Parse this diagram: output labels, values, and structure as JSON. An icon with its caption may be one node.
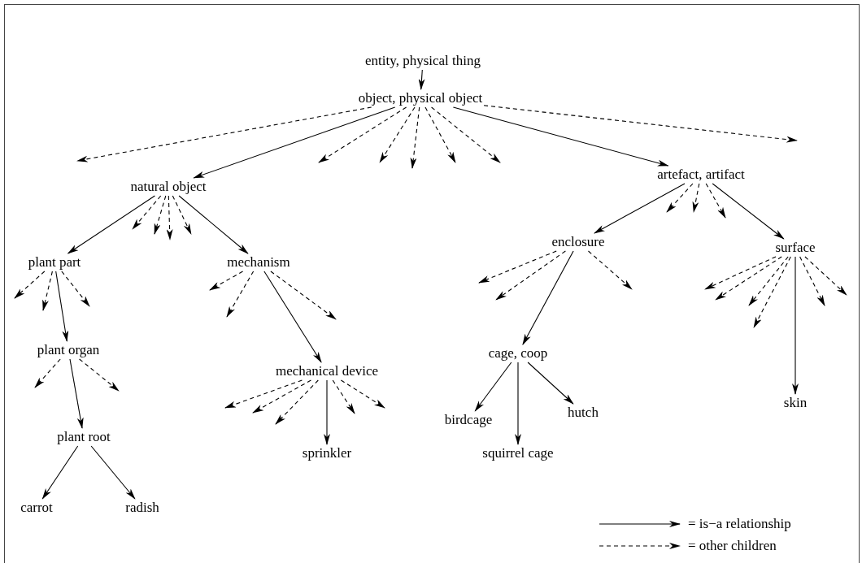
{
  "diagram": {
    "nodes": [
      {
        "text": [
          "entity, physical thing"
        ]
      },
      {
        "text": [
          "object, physical object"
        ]
      },
      {
        "text": [
          "natural object"
        ]
      },
      {
        "text": [
          "artefact, artifact"
        ]
      },
      {
        "text": [
          "plant part"
        ]
      },
      {
        "text": [
          "mechanism"
        ]
      },
      {
        "text": [
          "enclosure"
        ]
      },
      {
        "text": [
          "surface"
        ]
      },
      {
        "text": [
          "plant organ"
        ]
      },
      {
        "text": [
          "mechanical device"
        ]
      },
      {
        "text": [
          "cage, coop"
        ]
      },
      {
        "text": [
          "plant root"
        ]
      },
      {
        "text": [
          "sprinkler"
        ]
      },
      {
        "text": [
          "birdcage"
        ]
      },
      {
        "text": [
          "squirrel cage"
        ]
      },
      {
        "text": [
          "hutch"
        ]
      },
      {
        "text": [
          "skin"
        ]
      },
      {
        "text": [
          "carrot"
        ]
      },
      {
        "text": [
          "radish"
        ]
      }
    ],
    "edges": [
      {
        "from": 0,
        "to": 1,
        "arrow": "to"
      },
      {
        "from": 1,
        "to": 2,
        "arrow": "to"
      },
      {
        "from": 1,
        "to": 3,
        "arrow": "to"
      },
      {
        "from": 2,
        "to": 4,
        "arrow": "to"
      },
      {
        "from": 2,
        "to": 5,
        "arrow": "to"
      },
      {
        "from": 3,
        "to": 6,
        "arrow": "to"
      },
      {
        "from": 3,
        "to": 7,
        "arrow": "to"
      },
      {
        "from": 4,
        "to": 8,
        "arrow": "to"
      },
      {
        "from": 5,
        "to": 9,
        "arrow": "to"
      },
      {
        "from": 6,
        "to": 10,
        "arrow": "to"
      },
      {
        "from": 7,
        "to": 16,
        "arrow": "to"
      },
      {
        "from": 8,
        "to": 11,
        "arrow": "to"
      },
      {
        "from": 9,
        "to": 12,
        "arrow": "to"
      },
      {
        "from": 10,
        "to": 13,
        "arrow": "to"
      },
      {
        "from": 10,
        "to": 14,
        "arrow": "to"
      },
      {
        "from": 10,
        "to": 15,
        "arrow": "to"
      },
      {
        "from": 11,
        "to": 17,
        "arrow": "to"
      },
      {
        "from": 11,
        "to": 18,
        "arrow": "to"
      },
      {
        "from": 1,
        "to": null,
        "arrow": "to",
        "style": "dashed"
      },
      {
        "from": 1,
        "to": null,
        "arrow": "to",
        "style": "dashed"
      },
      {
        "from": 1,
        "to": null,
        "arrow": "to",
        "style": "dashed"
      },
      {
        "from": 1,
        "to": null,
        "arrow": "to",
        "style": "dashed"
      },
      {
        "from": 1,
        "to": null,
        "arrow": "to",
        "style": "dashed"
      },
      {
        "from": 1,
        "to": null,
        "arrow": "to",
        "style": "dashed"
      },
      {
        "from": 1,
        "to": null,
        "arrow": "to",
        "style": "dashed"
      },
      {
        "from": 2,
        "to": null,
        "arrow": "to",
        "style": "dashed"
      },
      {
        "from": 2,
        "to": null,
        "arrow": "to",
        "style": "dashed"
      },
      {
        "from": 2,
        "to": null,
        "arrow": "to",
        "style": "dashed"
      },
      {
        "from": 2,
        "to": null,
        "arrow": "to",
        "style": "dashed"
      },
      {
        "from": 3,
        "to": null,
        "arrow": "to",
        "style": "dashed"
      },
      {
        "from": 3,
        "to": null,
        "arrow": "to",
        "style": "dashed"
      },
      {
        "from": 3,
        "to": null,
        "arrow": "to",
        "style": "dashed"
      },
      {
        "from": 4,
        "to": null,
        "arrow": "to",
        "style": "dashed"
      },
      {
        "from": 4,
        "to": null,
        "arrow": "to",
        "style": "dashed"
      },
      {
        "from": 4,
        "to": null,
        "arrow": "to",
        "style": "dashed"
      },
      {
        "from": 5,
        "to": null,
        "arrow": "to",
        "style": "dashed"
      },
      {
        "from": 5,
        "to": null,
        "arrow": "to",
        "style": "dashed"
      },
      {
        "from": 5,
        "to": null,
        "arrow": "to",
        "style": "dashed"
      },
      {
        "from": 6,
        "to": null,
        "arrow": "to",
        "style": "dashed"
      },
      {
        "from": 6,
        "to": null,
        "arrow": "to",
        "style": "dashed"
      },
      {
        "from": 6,
        "to": null,
        "arrow": "to",
        "style": "dashed"
      },
      {
        "from": 7,
        "to": null,
        "arrow": "to",
        "style": "dashed"
      },
      {
        "from": 7,
        "to": null,
        "arrow": "to",
        "style": "dashed"
      },
      {
        "from": 7,
        "to": null,
        "arrow": "to",
        "style": "dashed"
      },
      {
        "from": 7,
        "to": null,
        "arrow": "to",
        "style": "dashed"
      },
      {
        "from": 7,
        "to": null,
        "arrow": "to",
        "style": "dashed"
      },
      {
        "from": 7,
        "to": null,
        "arrow": "to",
        "style": "dashed"
      },
      {
        "from": 8,
        "to": null,
        "arrow": "to",
        "style": "dashed"
      },
      {
        "from": 8,
        "to": null,
        "arrow": "to",
        "style": "dashed"
      },
      {
        "from": 9,
        "to": null,
        "arrow": "to",
        "style": "dashed"
      },
      {
        "from": 9,
        "to": null,
        "arrow": "to",
        "style": "dashed"
      },
      {
        "from": 9,
        "to": null,
        "arrow": "to",
        "style": "dashed"
      },
      {
        "from": 9,
        "to": null,
        "arrow": "to",
        "style": "dashed"
      },
      {
        "from": 9,
        "to": null,
        "arrow": "to",
        "style": "dashed"
      }
    ],
    "legend": [
      {
        "text": "= is−a relationship"
      },
      {
        "text": "= other children"
      }
    ]
  }
}
